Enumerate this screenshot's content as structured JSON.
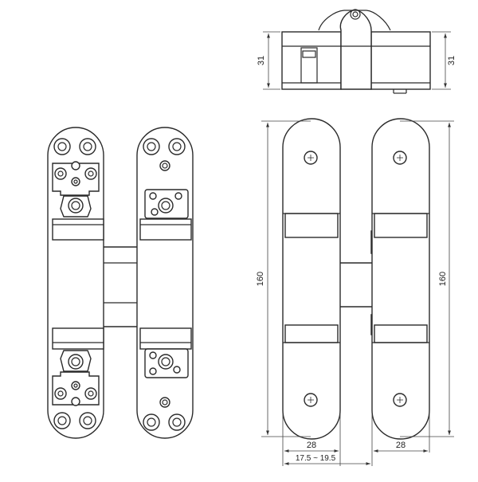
{
  "drawing": {
    "line_color": "#2a2a2a",
    "background": "#ffffff",
    "dimensions": {
      "top_height_left": "31",
      "top_height_right": "31",
      "total_height_left": "160",
      "total_height_right": "160",
      "leaf_width_left": "28",
      "leaf_width_right": "28",
      "gap_range": "17.5 ~ 19.5"
    }
  }
}
